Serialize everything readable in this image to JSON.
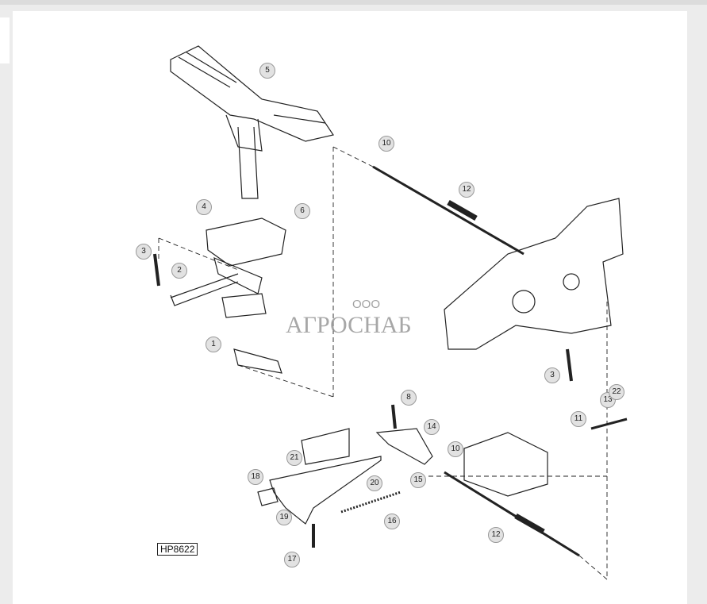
{
  "diagram": {
    "reference_code": "HP8622",
    "watermark": {
      "prefix": "ООО",
      "name": "АГРОСНАБ"
    },
    "callouts": [
      "5",
      "10",
      "12",
      "4",
      "6",
      "3",
      "2",
      "1",
      "3",
      "13",
      "22",
      "11",
      "8",
      "14",
      "10",
      "21",
      "20",
      "15",
      "18",
      "19",
      "16",
      "12",
      "17"
    ]
  }
}
